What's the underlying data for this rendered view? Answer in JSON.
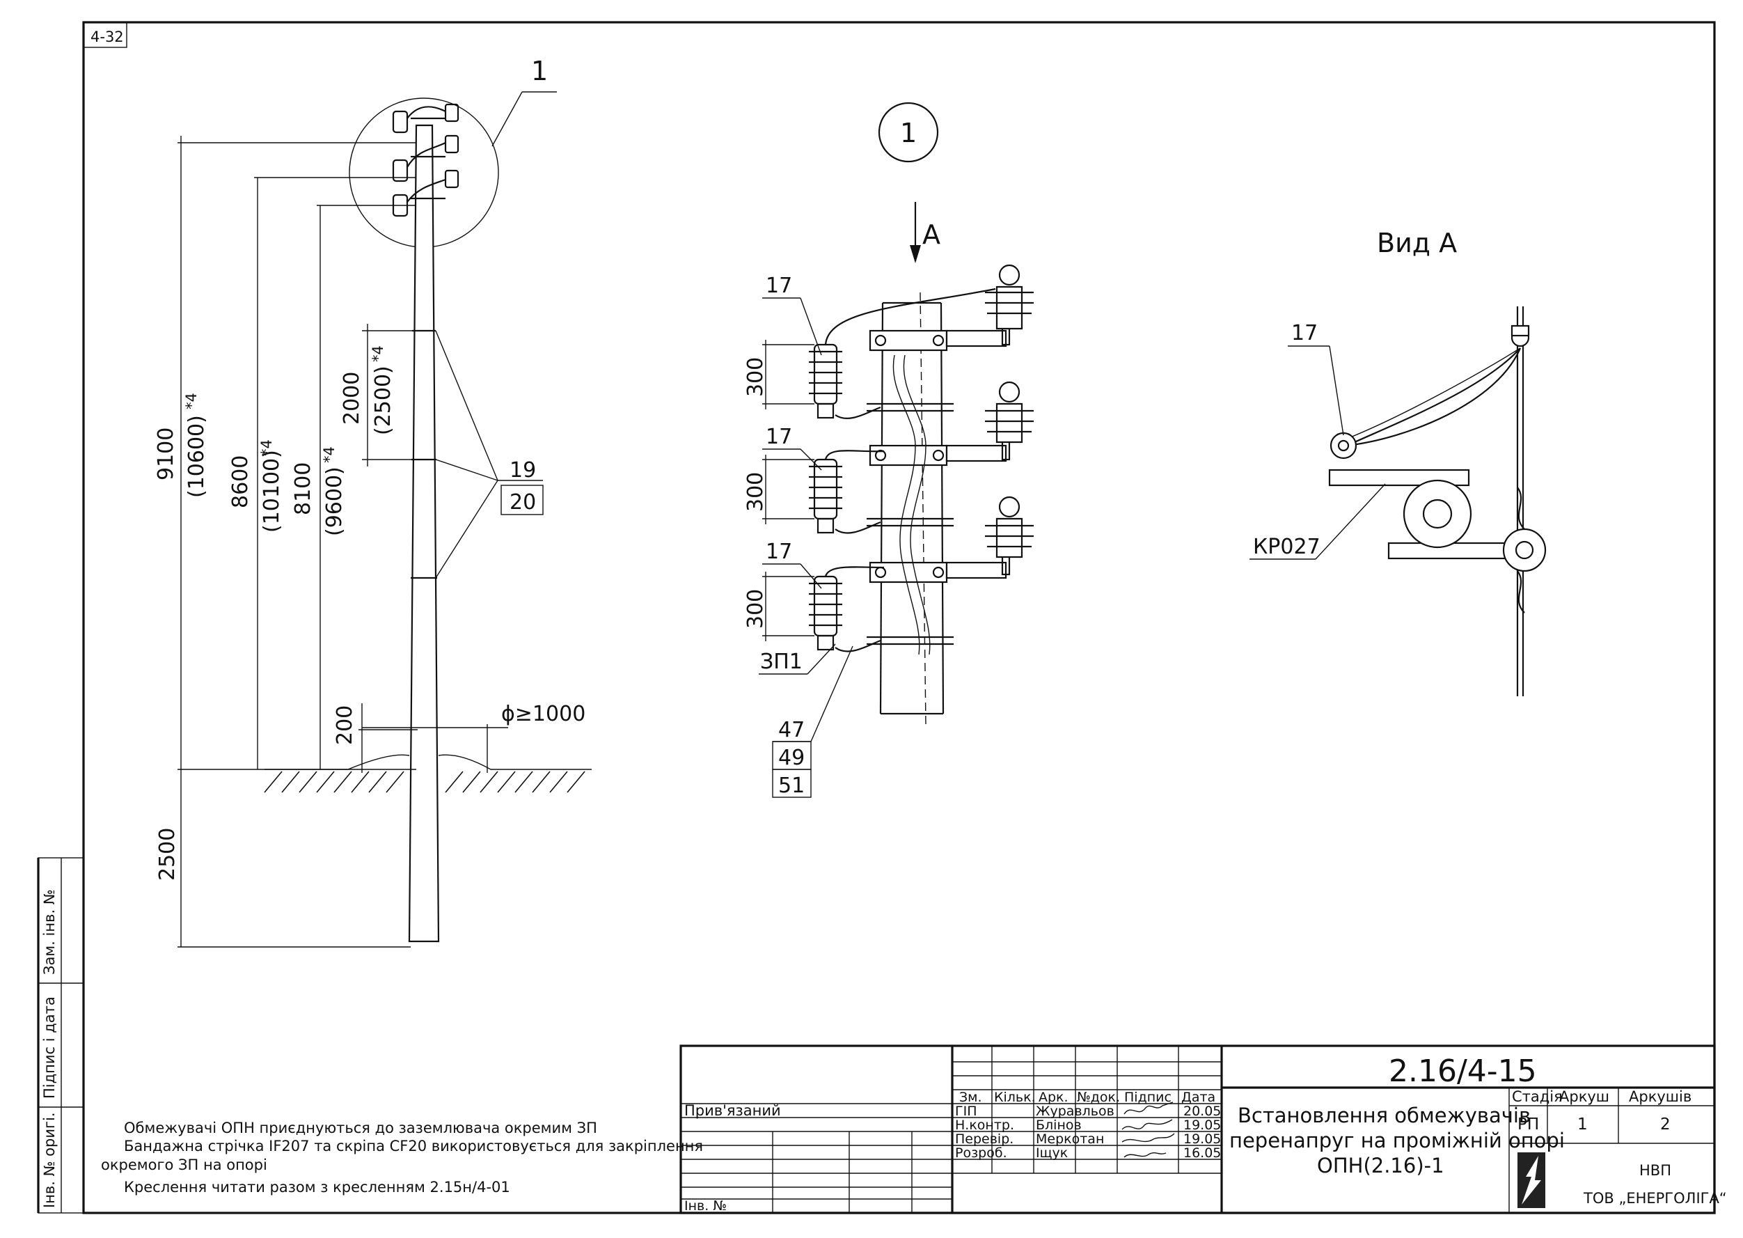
{
  "sheet_ref": "4-32",
  "main_view": {
    "callout_1": "1",
    "dim_9100": "9100",
    "dim_9100_alt": "(10600)",
    "dim_8600": "8600",
    "dim_8600_alt": "(10100)",
    "dim_8100": "8100",
    "dim_8100_alt": "(9600)",
    "dim_2000": "2000",
    "dim_2000_alt": "(2500)",
    "star_note": "*4",
    "dim_2500": "2500",
    "dim_200": "200",
    "dia_label": "ϕ≥1000",
    "pos_19": "19",
    "pos_20": "20"
  },
  "detail_view": {
    "title": "1",
    "arrow_label": "A",
    "pos_17": "17",
    "dim_300": "300",
    "ground_label": "ЗП1",
    "pos_47": "47",
    "pos_49": "49",
    "pos_51": "51"
  },
  "view_a": {
    "title": "Вид А",
    "pos_17": "17",
    "clamp_label": "КР027"
  },
  "notes": [
    "Обмежувачі ОПН приєднуються до заземлювача окремим ЗП",
    "Бандажна стрічка IF207 та скріпа CF20 використовується для закріплення",
    "окремого ЗП на опорі",
    "Креслення читати разом з кресленням 2.15н/4-01"
  ],
  "side_stamp": {
    "inv_orig": "Інв. № оригі.",
    "sign_date": "Підпис і дата",
    "replace_inv": "Зам. інв. №"
  },
  "title_block": {
    "doc_number": "2.16/4-15",
    "linked": "Прив'язаний",
    "inv_no": "Інв. №",
    "headers": [
      "Зм.",
      "Кільк.",
      "Арк.",
      "№док.",
      "Підпис",
      "Дата"
    ],
    "rows": [
      {
        "role": "ГІП",
        "name": "Журавльов",
        "date": "20.05"
      },
      {
        "role": "Н.контр.",
        "name": "Блінов",
        "date": "19.05"
      },
      {
        "role": "Перевір.",
        "name": "Меркотан",
        "date": "19.05"
      },
      {
        "role": "Розроб.",
        "name": "Іщук",
        "date": "16.05"
      }
    ],
    "title_lines": [
      "Встановлення обмежувачів",
      "перенапруг на проміжній опорі",
      "ОПН(2.16)-1"
    ],
    "stage_header": "Стадія",
    "sheet_header": "Аркуш",
    "sheets_header": "Аркушів",
    "stage": "РП",
    "sheet": "1",
    "sheets": "2",
    "org_line1": "НВП",
    "org_line2": "ТОВ „ЕНЕРГОЛІГА“"
  }
}
